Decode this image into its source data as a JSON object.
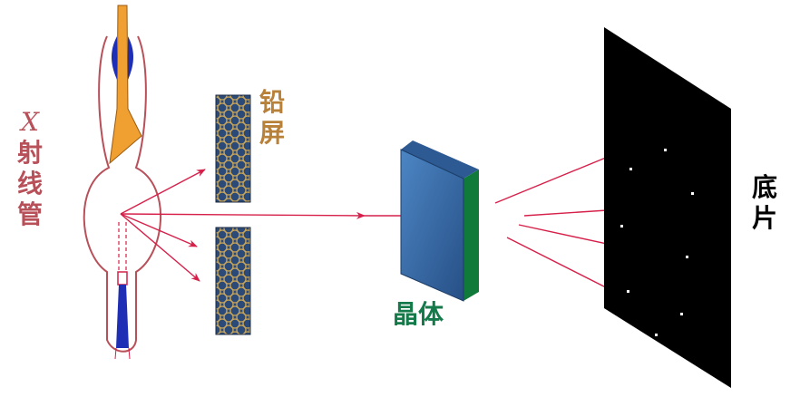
{
  "labels": {
    "xray_tube": "X射线管",
    "lead_shield": "铅屏",
    "crystal": "晶体",
    "film": "底片"
  },
  "colors": {
    "beam": "#d6204a",
    "tube_outline": "#b8505a",
    "anode": "#f0a030",
    "electrode_blue": "#1f2fb5",
    "shield_fill": "#2b4a78",
    "shield_pattern": "#c9a55a",
    "crystal_front": "#3b6fae",
    "crystal_side": "#0f7a3a",
    "film": "#000000"
  }
}
